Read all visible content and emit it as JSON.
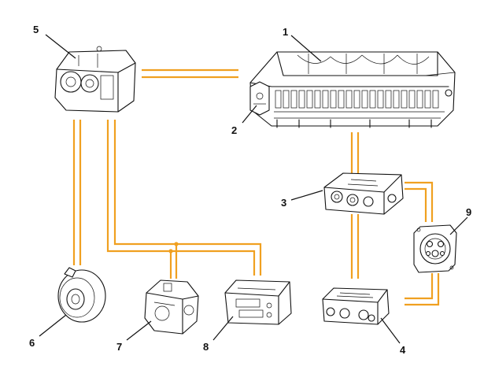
{
  "diagram": {
    "accent_color": "#f0a020",
    "components": [
      {
        "id": "1",
        "icon": "high-voltage-battery-icon"
      },
      {
        "id": "2",
        "icon": "battery-management-module-icon"
      },
      {
        "id": "3",
        "icon": "power-electronics-unit-icon"
      },
      {
        "id": "4",
        "icon": "charging-module-icon"
      },
      {
        "id": "5",
        "icon": "electric-drive-motor-icon"
      },
      {
        "id": "6",
        "icon": "electric-heater-icon"
      },
      {
        "id": "7",
        "icon": "ac-compressor-icon"
      },
      {
        "id": "8",
        "icon": "dc-dc-converter-icon"
      },
      {
        "id": "9",
        "icon": "charging-socket-icon"
      }
    ]
  }
}
